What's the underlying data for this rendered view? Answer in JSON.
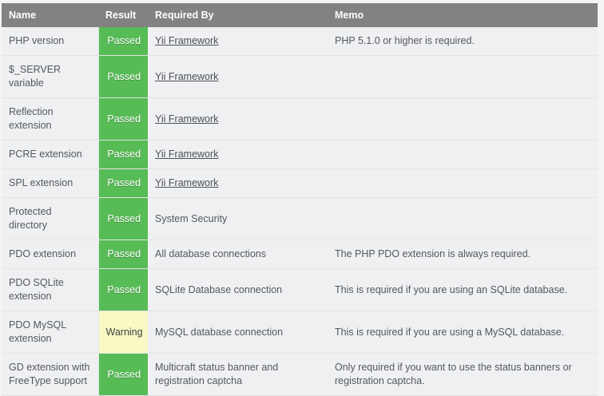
{
  "table": {
    "columns": [
      {
        "key": "name",
        "label": "Name"
      },
      {
        "key": "result",
        "label": "Result"
      },
      {
        "key": "req",
        "label": "Required By"
      },
      {
        "key": "memo",
        "label": "Memo"
      }
    ],
    "status_labels": {
      "passed": "Passed",
      "warning": "Warning"
    },
    "colors": {
      "header_bg": "#828282",
      "header_text": "#ffffff",
      "row_bg": "#eff0f2",
      "row_border": "#e3e4e6",
      "page_bg": "#f4f4f3",
      "passed_bg": "#57bb56",
      "passed_text": "#ffffff",
      "warning_bg": "#f9f9c5",
      "warning_text": "#3f3f3f",
      "body_text": "#54585c",
      "link_text": "#4b4f54"
    },
    "rows": [
      {
        "name": "PHP version",
        "result": "Passed",
        "result_state": "passed",
        "req": "Yii Framework",
        "req_is_link": true,
        "memo": "PHP 5.1.0 or higher is required."
      },
      {
        "name": "$_SERVER variable",
        "result": "Passed",
        "result_state": "passed",
        "req": "Yii Framework",
        "req_is_link": true,
        "memo": ""
      },
      {
        "name": "Reflection extension",
        "result": "Passed",
        "result_state": "passed",
        "req": "Yii Framework",
        "req_is_link": true,
        "memo": ""
      },
      {
        "name": "PCRE extension",
        "result": "Passed",
        "result_state": "passed",
        "req": "Yii Framework",
        "req_is_link": true,
        "memo": ""
      },
      {
        "name": "SPL extension",
        "result": "Passed",
        "result_state": "passed",
        "req": "Yii Framework",
        "req_is_link": true,
        "memo": ""
      },
      {
        "name": "Protected directory",
        "result": "Passed",
        "result_state": "passed",
        "req": "System Security",
        "req_is_link": false,
        "memo": ""
      },
      {
        "name": "PDO extension",
        "result": "Passed",
        "result_state": "passed",
        "req": "All database connections",
        "req_is_link": false,
        "memo": "The PHP PDO extension is always required."
      },
      {
        "name": "PDO SQLite extension",
        "result": "Passed",
        "result_state": "passed",
        "req": "SQLite Database connection",
        "req_is_link": false,
        "memo": "This is required if you are using an SQLite database."
      },
      {
        "name": "PDO MySQL extension",
        "result": "Warning",
        "result_state": "warning",
        "req": "MySQL database connection",
        "req_is_link": false,
        "memo": "This is required if you are using a MySQL database."
      },
      {
        "name": "GD extension with FreeType support",
        "result": "Passed",
        "result_state": "passed",
        "req": "Multicraft status banner and registration captcha",
        "req_is_link": false,
        "memo": "Only required if you want to use the status banners or registration captcha."
      }
    ]
  }
}
